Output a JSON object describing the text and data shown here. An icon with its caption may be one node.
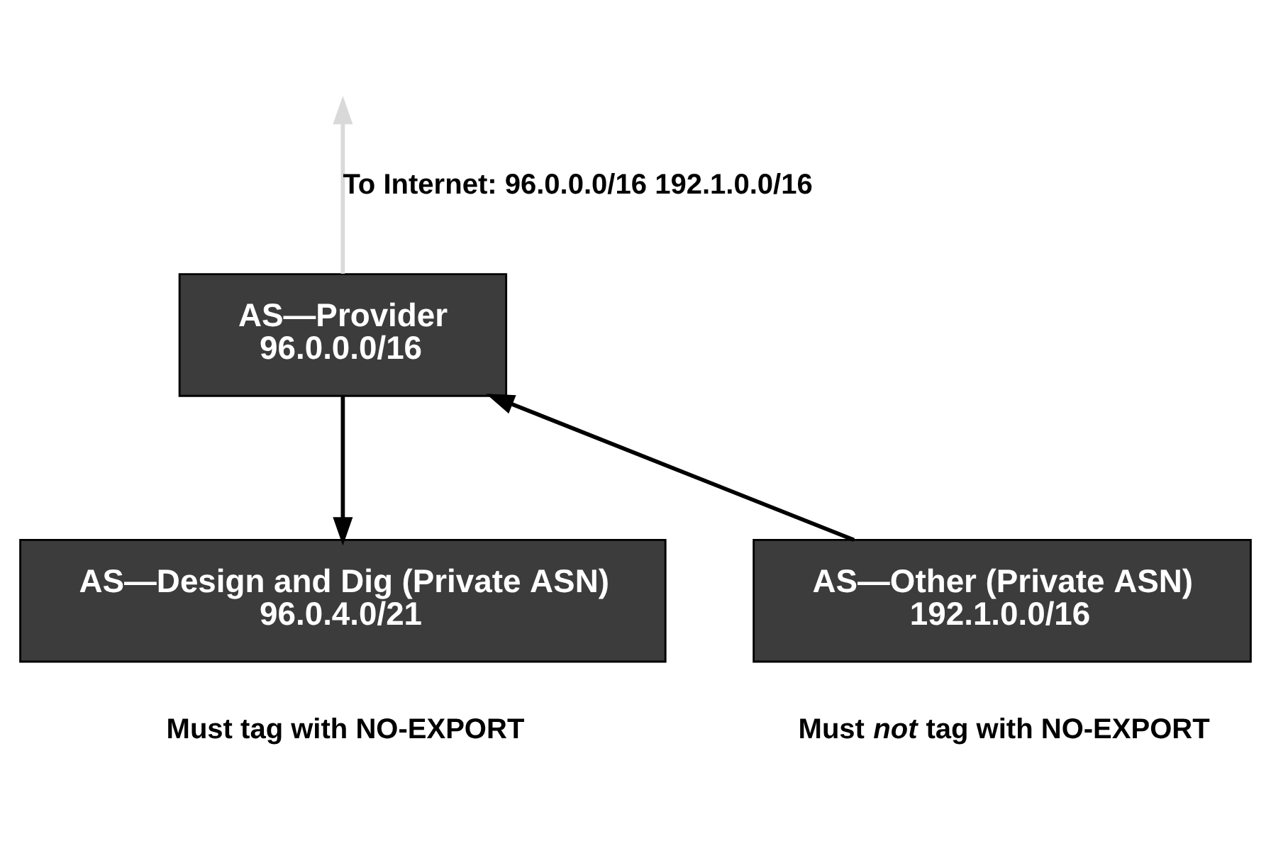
{
  "diagram": {
    "nodes": [
      {
        "text": [
          "AS—Provider",
          "96.0.0.0/16"
        ]
      },
      {
        "text": [
          "AS—Design and Dig (Private ASN)",
          "96.0.4.0/21"
        ],
        "beside": [
          "Must tag with NO-EXPORT"
        ]
      },
      {
        "text": [
          "AS—Other (Private ASN)",
          "192.1.0.0/16"
        ],
        "beside": [
          "Must *not* tag with NO-EXPORT"
        ]
      }
    ],
    "edges": [
      {
        "from": 0,
        "to": null,
        "arrow": "to",
        "label": "To Internet: 96.0.0.0/16 192.1.0.0/16",
        "color": "#d9d9d9"
      },
      {
        "from": 0,
        "to": 1,
        "arrow": "to"
      },
      {
        "from": 2,
        "to": 0,
        "arrow": "to"
      }
    ]
  }
}
